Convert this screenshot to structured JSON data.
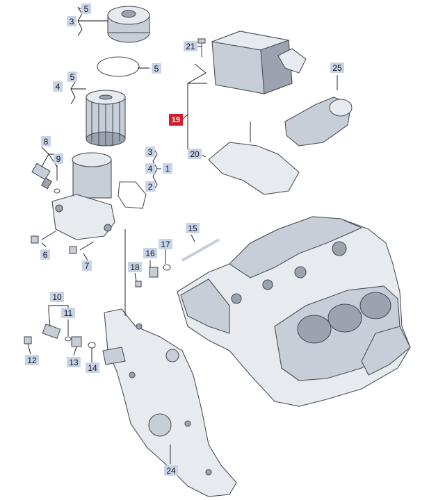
{
  "callouts": {
    "c3a": "3",
    "c5a": "5",
    "c5b": "5",
    "c21": "21",
    "c25": "25",
    "c4a": "4",
    "c5c": "5",
    "c19": "19",
    "c8": "8",
    "c9": "9",
    "c20": "20",
    "c3b": "3",
    "c4b": "4",
    "c1": "1",
    "c2": "2",
    "c15": "15",
    "c16": "16",
    "c17": "17",
    "c18": "18",
    "c6": "6",
    "c7": "7",
    "c10": "10",
    "c11": "11",
    "c12": "12",
    "c13": "13",
    "c14": "14",
    "c24": "24"
  },
  "colors": {
    "callout_bg": "#c9d3e8",
    "callout_highlight": "#cc1f2b",
    "line": "#111111"
  }
}
